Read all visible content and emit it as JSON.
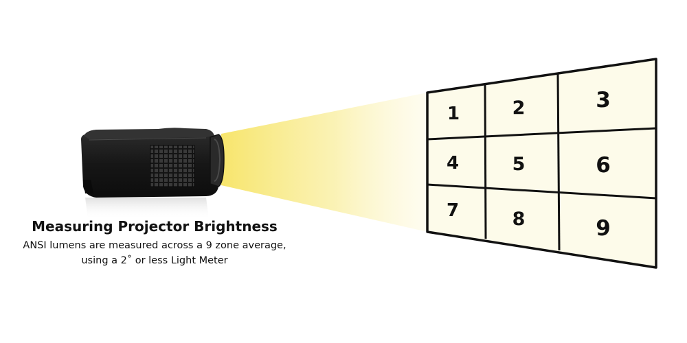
{
  "caption": {
    "title": "Measuring Projector Brightness",
    "line1": "ANSI lumens are measured across a 9 zone average,",
    "line2": "using a 2˚ or less Light Meter"
  },
  "screen": {
    "zones": [
      "1",
      "2",
      "3",
      "4",
      "5",
      "6",
      "7",
      "8",
      "9"
    ],
    "fill_color": "#fdfbea",
    "grid_color": "#111111"
  },
  "beam": {
    "color": "#f7e77a"
  },
  "projector": {
    "body_color": "#1c1c1c",
    "icons": [
      "projector-icon",
      "vent-grille-icon",
      "lens-icon"
    ]
  }
}
